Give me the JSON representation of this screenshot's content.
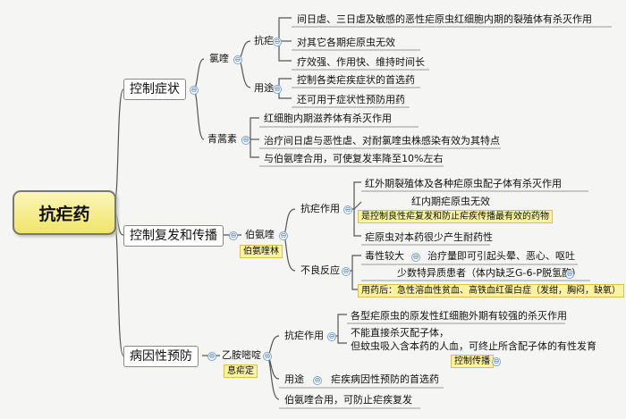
{
  "root": "抗疟药",
  "branches": {
    "control": {
      "label": "控制症状",
      "chloroquine": {
        "label": "氯喹",
        "antimalarial": {
          "label": "抗疟",
          "items": [
            "间日虐、三日虐及敏感的恶性疟原虫红细胞内期的裂殖体有杀灭作用",
            "对其它各期疟原虫无效",
            "疗效强、作用快、维持时间长"
          ]
        },
        "use": {
          "label": "用途",
          "items": [
            "控制各类疟疾症状的首选药",
            "还可用于症状性预防用药"
          ]
        }
      },
      "artemisinin": {
        "label": "青蒿素",
        "items": [
          "红细胞内期滋养体有杀灭作用",
          "治疗间日虐与恶性虐、对耐氯喹虫株感染有效为其特点",
          "与伯氨喹合用，可使复发率降至10%左右"
        ]
      }
    },
    "relapse": {
      "label": "控制复发和传播",
      "primaquine": {
        "label": "伯氨喹",
        "tag": "伯氨喹林",
        "action": {
          "label": "抗疟作用",
          "items": [
            "红外期裂殖体及各种疟原虫配子体有杀灭作用",
            "红内期疟原虫无效"
          ],
          "highlight": "是控制良性疟复发和防止疟疾传播最有效的药物",
          "resistance": "疟原虫对本药很少产生耐药性"
        },
        "adverse": {
          "label": "不良反应",
          "toxicity": "毒性较大",
          "toxicity_note": "治疗量即可引起头晕、恶心、呕吐",
          "special": "少数特异质患者（体内缺乏G-6-P脱氢酶）",
          "highlight": "用药后：急性溶血性贫血、高铁血红蛋白症（发绀，胸闷，缺氧）"
        }
      }
    },
    "prevention": {
      "label": "病因性预防",
      "pyrimethamine": {
        "label": "乙胺嘧啶",
        "tag": "息疟定",
        "action": {
          "label": "抗疟作用",
          "item1": "各型疟原虫的原发性红细胞外期有较强的杀灭作用",
          "item2_line1": "不能直接杀灭配子体，",
          "item2_line2": "但蚊虫吸入含本药的人血，可终止所含配子体的有性发育",
          "highlight": "控制传播"
        },
        "use": {
          "label": "用途",
          "item": "疟疾病因性预防的首选药"
        },
        "combo": "伯氨喹合用，可防止疟疾复发"
      }
    }
  },
  "collapse_glyph": "⊖"
}
